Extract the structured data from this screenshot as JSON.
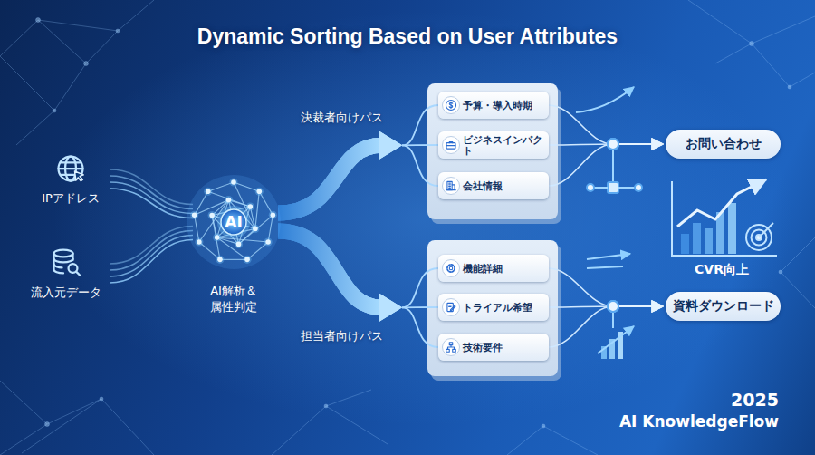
{
  "diagram": {
    "title": "Dynamic Sorting Based on User Attributes",
    "nodes": [
      {
        "text": [
          "IPアドレス"
        ]
      },
      {
        "text": [
          "流入元データ"
        ]
      },
      {
        "text": [
          "AI",
          "AI解析＆ 属性判定"
        ]
      },
      {
        "text": [
          "予算・導入時期"
        ]
      },
      {
        "text": [
          "ビジネスインパクト"
        ]
      },
      {
        "text": [
          "会社情報"
        ]
      },
      {
        "text": [
          "お問い合わせ"
        ]
      },
      {
        "text": [
          "機能詳細"
        ]
      },
      {
        "text": [
          "トライアル希望"
        ]
      },
      {
        "text": [
          "技術要件"
        ]
      },
      {
        "text": [
          "資料ダウンロード"
        ]
      }
    ],
    "edges": [
      {
        "from": 0,
        "to": 2,
        "arrow": "none"
      },
      {
        "from": 1,
        "to": 2,
        "arrow": "none"
      },
      {
        "from": 2,
        "to": 3,
        "arrow": "to"
      },
      {
        "from": 2,
        "to": 4,
        "arrow": "to",
        "label": "決裁者向けパス"
      },
      {
        "from": 2,
        "to": 5,
        "arrow": "to"
      },
      {
        "from": 2,
        "to": 7,
        "arrow": "to"
      },
      {
        "from": 2,
        "to": 8,
        "arrow": "to",
        "label": "担当者向けパス"
      },
      {
        "from": 2,
        "to": 9,
        "arrow": "to"
      },
      {
        "from": 3,
        "to": 6,
        "arrow": "to"
      },
      {
        "from": 4,
        "to": 6,
        "arrow": "to"
      },
      {
        "from": 5,
        "to": 6,
        "arrow": "to"
      },
      {
        "from": 7,
        "to": 10,
        "arrow": "to"
      },
      {
        "from": 8,
        "to": 10,
        "arrow": "to"
      },
      {
        "from": 9,
        "to": 10,
        "arrow": "to"
      }
    ],
    "labels": [
      "CVR向上",
      "2025",
      "AI KnowledgeFlow"
    ]
  }
}
